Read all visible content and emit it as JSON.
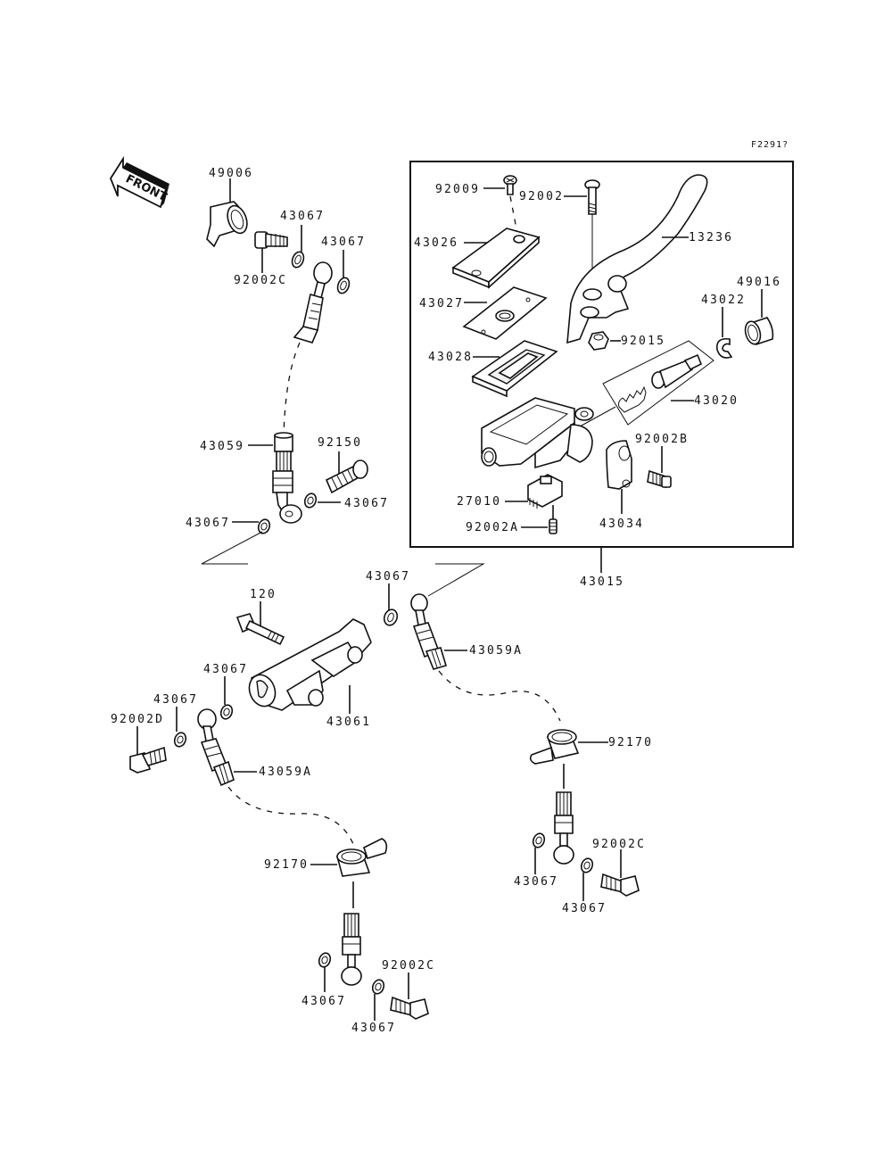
{
  "figure_id": "F2291?",
  "direction_marker": {
    "label": "FRONT",
    "icon": "front-arrow-icon"
  },
  "assembly": {
    "part_no": "43015",
    "description_boxed": true
  },
  "labels": [
    {
      "id": "l-49006",
      "text": "49006"
    },
    {
      "id": "l-43067-a",
      "text": "43067"
    },
    {
      "id": "l-43067-b",
      "text": "43067"
    },
    {
      "id": "l-92002c-a",
      "text": "92002C"
    },
    {
      "id": "l-43059",
      "text": "43059"
    },
    {
      "id": "l-92150",
      "text": "92150"
    },
    {
      "id": "l-43067-c",
      "text": "43067"
    },
    {
      "id": "l-43067-d",
      "text": "43067"
    },
    {
      "id": "l-92009",
      "text": "92009"
    },
    {
      "id": "l-92002",
      "text": "92002"
    },
    {
      "id": "l-13236",
      "text": "13236"
    },
    {
      "id": "l-43026",
      "text": "43026"
    },
    {
      "id": "l-43027",
      "text": "43027"
    },
    {
      "id": "l-43028",
      "text": "43028"
    },
    {
      "id": "l-92015",
      "text": "92015"
    },
    {
      "id": "l-43022",
      "text": "43022"
    },
    {
      "id": "l-49016",
      "text": "49016"
    },
    {
      "id": "l-43020",
      "text": "43020"
    },
    {
      "id": "l-92002b",
      "text": "92002B"
    },
    {
      "id": "l-27010",
      "text": "27010"
    },
    {
      "id": "l-92002a",
      "text": "92002A"
    },
    {
      "id": "l-43034",
      "text": "43034"
    },
    {
      "id": "l-43015",
      "text": "43015"
    },
    {
      "id": "l-43067-e",
      "text": "43067"
    },
    {
      "id": "l-120",
      "text": "120"
    },
    {
      "id": "l-43059a-a",
      "text": "43059A"
    },
    {
      "id": "l-43067-f",
      "text": "43067"
    },
    {
      "id": "l-43067-g",
      "text": "43067"
    },
    {
      "id": "l-92002d",
      "text": "92002D"
    },
    {
      "id": "l-43061",
      "text": "43061"
    },
    {
      "id": "l-43059a-b",
      "text": "43059A"
    },
    {
      "id": "l-92170-a",
      "text": "92170"
    },
    {
      "id": "l-92002c-b",
      "text": "92002C"
    },
    {
      "id": "l-43067-h",
      "text": "43067"
    },
    {
      "id": "l-43067-i",
      "text": "43067"
    },
    {
      "id": "l-92170-b",
      "text": "92170"
    },
    {
      "id": "l-92002c-c",
      "text": "92002C"
    },
    {
      "id": "l-43067-j",
      "text": "43067"
    },
    {
      "id": "l-43067-k",
      "text": "43067"
    }
  ]
}
